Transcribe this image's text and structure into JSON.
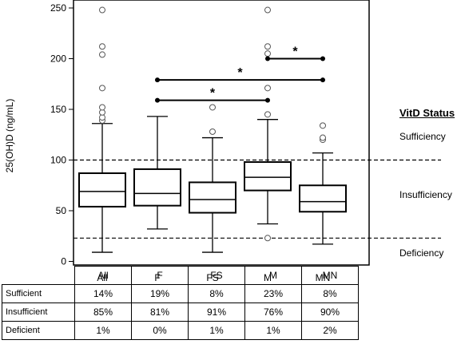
{
  "chart_data": {
    "type": "box",
    "ylabel": "25(OH)D (ng/mL)",
    "ylim": [
      0,
      250
    ],
    "yticks": [
      0,
      50,
      100,
      150,
      200,
      250
    ],
    "categories": [
      "All",
      "F",
      "FS",
      "M",
      "MN"
    ],
    "boxes": [
      {
        "category": "All",
        "whisker_low": 9,
        "q1": 54,
        "median": 69,
        "q3": 87,
        "whisker_high": 136,
        "outliers": [
          139,
          142,
          147,
          152,
          171,
          204,
          212,
          248
        ]
      },
      {
        "category": "F",
        "whisker_low": 32,
        "q1": 55,
        "median": 67,
        "q3": 91,
        "whisker_high": 143,
        "outliers": []
      },
      {
        "category": "FS",
        "whisker_low": 9,
        "q1": 48,
        "median": 61,
        "q3": 78,
        "whisker_high": 122,
        "outliers": [
          128,
          152
        ]
      },
      {
        "category": "M",
        "whisker_low": 37,
        "q1": 70,
        "median": 83,
        "q3": 98,
        "whisker_high": 140,
        "outliers": [
          23,
          145,
          171,
          205,
          212,
          248
        ]
      },
      {
        "category": "MN",
        "whisker_low": 17,
        "q1": 49,
        "median": 59,
        "q3": 75,
        "whisker_high": 107,
        "outliers": [
          120,
          122,
          134
        ]
      }
    ],
    "thresholds": [
      {
        "value": 100,
        "style": "dashed"
      },
      {
        "value": 23,
        "style": "dashed"
      }
    ],
    "significance": [
      {
        "from": "F",
        "to": "M",
        "y": 159,
        "label": "*"
      },
      {
        "from": "F",
        "to": "MN",
        "y": 179,
        "label": "*"
      },
      {
        "from": "M",
        "to": "MN",
        "y": 200,
        "label": "*"
      }
    ],
    "grid": false
  },
  "status_legend": {
    "title": "VitD Status",
    "sufficiency": "Sufficiency",
    "insufficiency": "Insufficiency",
    "deficiency": "Deficiency"
  },
  "table": {
    "columns": [
      "All",
      "F",
      "FS",
      "M",
      "MN"
    ],
    "rows": [
      {
        "label": "Sufficient",
        "values": [
          "14%",
          "19%",
          "8%",
          "23%",
          "8%"
        ]
      },
      {
        "label": "Insufficient",
        "values": [
          "85%",
          "81%",
          "91%",
          "76%",
          "90%"
        ]
      },
      {
        "label": "Deficient",
        "values": [
          "1%",
          "0%",
          "1%",
          "1%",
          "2%"
        ]
      }
    ]
  }
}
